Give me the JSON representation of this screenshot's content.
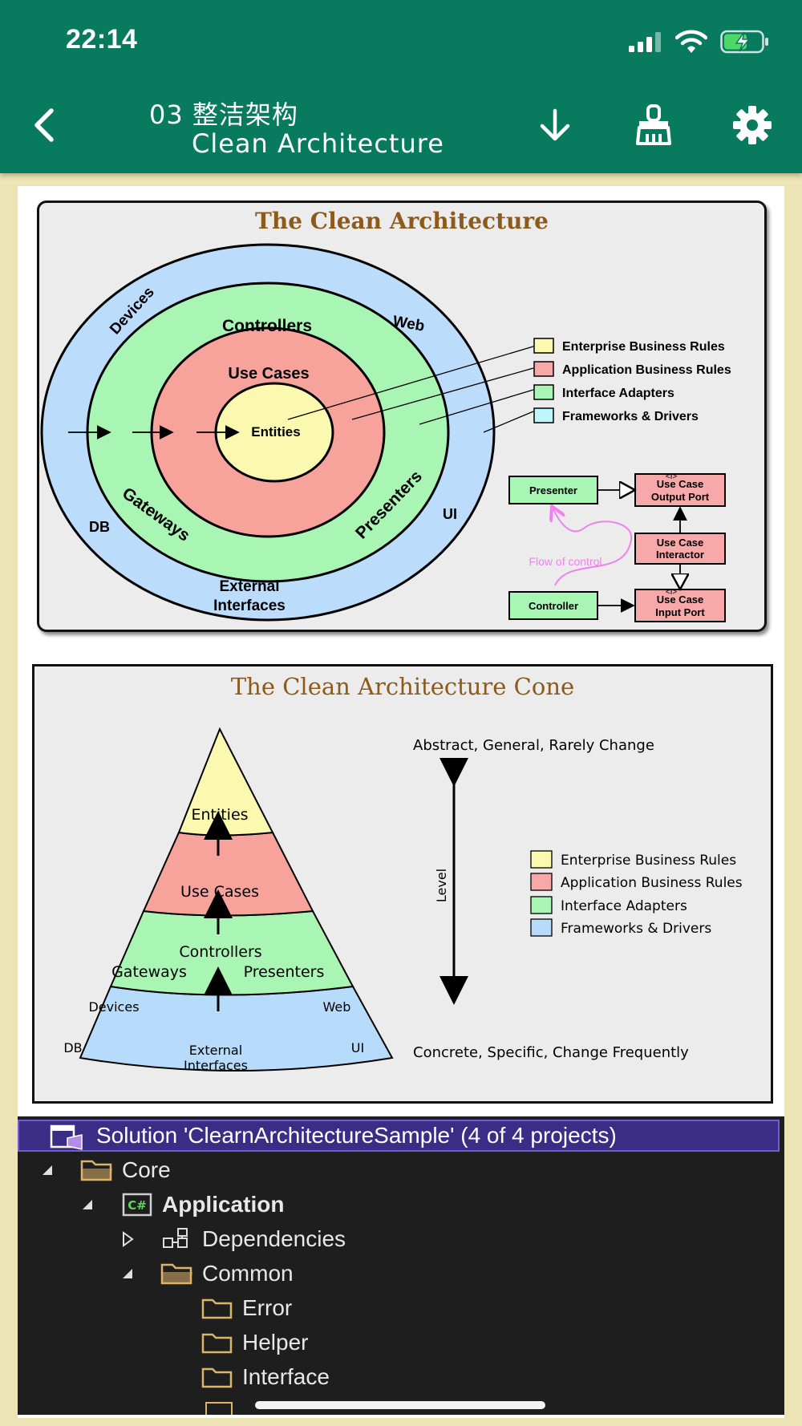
{
  "status_bar": {
    "time": "22:14"
  },
  "header": {
    "title_line1": "03 整洁架构",
    "title_line2": "Clean Architecture"
  },
  "figure1": {
    "title": "The Clean Architecture",
    "rings": {
      "devices": "Devices",
      "web": "Web",
      "controllers": "Controllers",
      "use_cases": "Use Cases",
      "entities": "Entities",
      "gateways": "Gateways",
      "presenters": "Presenters",
      "db": "DB",
      "ui": "UI",
      "external_line1": "External",
      "external_line2": "Interfaces"
    },
    "legend": [
      {
        "label": "Enterprise Business Rules",
        "color": "#fbf8b0"
      },
      {
        "label": "Application Business Rules",
        "color": "#f7a8a8"
      },
      {
        "label": "Interface Adapters",
        "color": "#a9f5b4"
      },
      {
        "label": "Frameworks & Drivers",
        "color": "#bff6fb"
      }
    ],
    "flow": {
      "presenter": "Presenter",
      "output_port_1": "Use Case",
      "output_port_2": "Output Port",
      "interactor_1": "Use Case",
      "interactor_2": "Interactor",
      "flow_label": "Flow of control",
      "controller": "Controller",
      "input_port_1": "Use Case",
      "input_port_2": "Input Port"
    }
  },
  "figure2": {
    "title": "The Clean Architecture Cone",
    "layers": {
      "entities": "Entities",
      "use_cases": "Use Cases",
      "controllers": "Controllers",
      "gateways": "Gateways",
      "presenters": "Presenters",
      "devices": "Devices",
      "web": "Web",
      "db": "DB",
      "ui": "UI",
      "external_line1": "External",
      "external_line2": "Interfaces"
    },
    "top_label": "Abstract, General, Rarely Change",
    "bottom_label": "Concrete, Specific, Change Frequently",
    "axis_label": "Level",
    "legend": [
      {
        "label": "Enterprise Business Rules",
        "color": "#fbf8b0"
      },
      {
        "label": "Application Business Rules",
        "color": "#f7a8a8"
      },
      {
        "label": "Interface Adapters",
        "color": "#a9f5b4"
      },
      {
        "label": "Frameworks & Drivers",
        "color": "#b6dbfb"
      }
    ]
  },
  "explorer": {
    "solution": "Solution 'ClearnArchitectureSample' (4 of 4 projects)",
    "items": [
      {
        "label": "Core",
        "indent": 0,
        "expanded": true,
        "icon": "folder-icon"
      },
      {
        "label": "Application",
        "indent": 1,
        "expanded": true,
        "icon": "csharp-project-icon"
      },
      {
        "label": "Dependencies",
        "indent": 2,
        "expanded": false,
        "icon": "dependencies-icon"
      },
      {
        "label": "Common",
        "indent": 2,
        "expanded": true,
        "icon": "folder-icon"
      },
      {
        "label": "Error",
        "indent": 3,
        "icon": "folder-icon"
      },
      {
        "label": "Helper",
        "indent": 3,
        "icon": "folder-icon"
      },
      {
        "label": "Interface",
        "indent": 3,
        "icon": "folder-icon"
      }
    ]
  },
  "colors": {
    "header": "#087a5e",
    "page_background": "#ece4b4",
    "title_brown": "#8c5a1a"
  }
}
